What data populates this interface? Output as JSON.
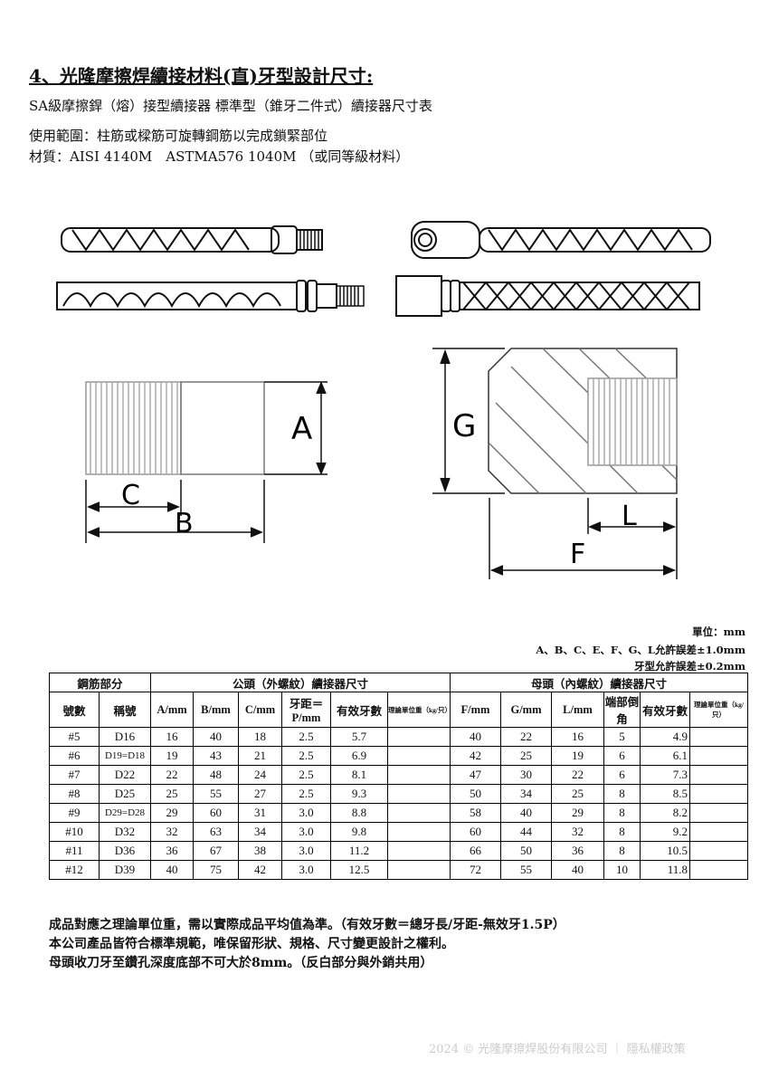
{
  "header": {
    "title": "4、光隆摩擦焊續接材料(直)牙型設計尺寸:",
    "subtitle": "SA級摩擦銲（熔）接型續接器 標準型（錐牙二件式）續接器尺寸表",
    "usage": "使用範圍：柱筋或樑筋可旋轉鋼筋以完成鎖緊部位",
    "material": "材質：AISI 4140M　ASTMA576 1040M （或同等級材料）"
  },
  "diagram_labels": {
    "a": "A",
    "b": "B",
    "c": "C",
    "g": "G",
    "l": "L",
    "f": "F"
  },
  "notes": {
    "unit": "單位：mm",
    "tolerance1": "A、B、C、E、F、G、L允許誤差±1.0mm",
    "tolerance2": "牙型允許誤差±0.2mm"
  },
  "table": {
    "group_headers": [
      "鋼筋部分",
      "公頭（外螺紋）續接器尺寸",
      "母頭（內螺紋）續接器尺寸"
    ],
    "columns": [
      "號數",
      "稱號",
      "A/mm",
      "B/mm",
      "C/mm",
      "牙距＝P/mm",
      "有效牙數",
      "理論單位重（kg/只）",
      "F/mm",
      "G/mm",
      "L/mm",
      "端部倒角",
      "有效牙數",
      "理論單位重（kg/只）"
    ],
    "rows": [
      [
        "#5",
        "D16",
        "16",
        "40",
        "18",
        "2.5",
        "5.7",
        "",
        "40",
        "22",
        "16",
        "5",
        "4.9",
        ""
      ],
      [
        "#6",
        "D19=D18",
        "19",
        "43",
        "21",
        "2.5",
        "6.9",
        "",
        "42",
        "25",
        "19",
        "6",
        "6.1",
        ""
      ],
      [
        "#7",
        "D22",
        "22",
        "48",
        "24",
        "2.5",
        "8.1",
        "",
        "47",
        "30",
        "22",
        "6",
        "7.3",
        ""
      ],
      [
        "#8",
        "D25",
        "25",
        "55",
        "27",
        "2.5",
        "9.3",
        "",
        "50",
        "34",
        "25",
        "8",
        "8.5",
        ""
      ],
      [
        "#9",
        "D29=D28",
        "29",
        "60",
        "31",
        "3.0",
        "8.8",
        "",
        "58",
        "40",
        "29",
        "8",
        "8.2",
        ""
      ],
      [
        "#10",
        "D32",
        "32",
        "63",
        "34",
        "3.0",
        "9.8",
        "",
        "60",
        "44",
        "32",
        "8",
        "9.2",
        ""
      ],
      [
        "#11",
        "D36",
        "36",
        "67",
        "38",
        "3.0",
        "11.2",
        "",
        "66",
        "50",
        "36",
        "8",
        "10.5",
        ""
      ],
      [
        "#12",
        "D39",
        "40",
        "75",
        "42",
        "3.0",
        "12.5",
        "",
        "72",
        "55",
        "40",
        "10",
        "11.8",
        ""
      ]
    ]
  },
  "footer_notes": [
    "成品對應之理論單位重，需以實際成品平均值為準。（有效牙數＝總牙長/牙距-無效牙1.5P）",
    "本公司產品皆符合標準規範，唯保留形狀、規格、尺寸變更設計之權利。",
    "母頭收刀牙至鑽孔深度底部不可大於8mm。（反白部分與外銷共用）"
  ],
  "copyright": "2024 © 光隆摩擦焊股份有限公司 ｜ 隱私權政策"
}
